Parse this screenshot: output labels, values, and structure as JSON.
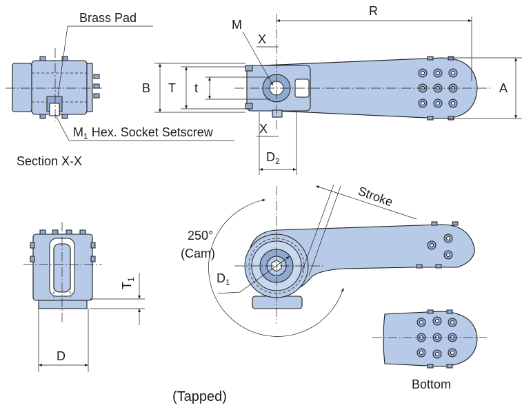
{
  "labels": {
    "brass_pad": "Brass Pad",
    "setscrew_prefix": "M",
    "setscrew_sub": "1",
    "setscrew_text": " Hex. Socket Setscrew",
    "section": "Section X-X",
    "dim_R": "R",
    "dim_M": "M",
    "dim_X_top": "X",
    "dim_X_bottom": "X",
    "dim_B": "B",
    "dim_T": "T",
    "dim_t": "t",
    "dim_A": "A",
    "dim_D2_main": "D",
    "dim_D2_sub": "2",
    "stroke": "Stroke",
    "cam_angle": "250°",
    "cam": "(Cam)",
    "dim_D1_main": "D",
    "dim_D1_sub": "1",
    "dim_T1_main": "T",
    "dim_T1_sub": "1",
    "dim_D": "D",
    "bottom": "Bottom",
    "tapped": "(Tapped)"
  }
}
